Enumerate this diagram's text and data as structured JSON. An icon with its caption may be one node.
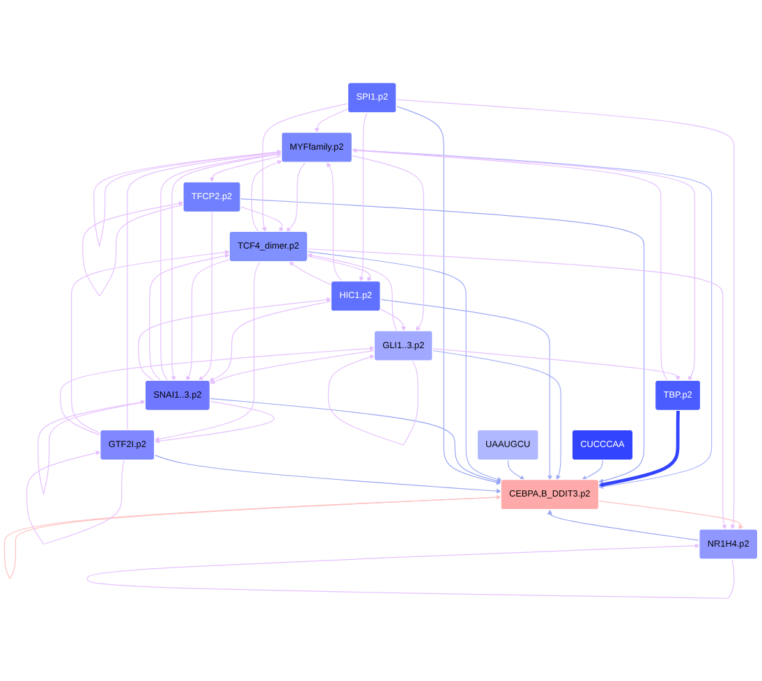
{
  "diagram": {
    "nodes": [
      {
        "text": [
          "CEBPA,B_DDIT3.p2"
        ]
      },
      {
        "text": [
          "MYFfamily.p2"
        ]
      },
      {
        "text": [
          "TBP.p2"
        ]
      },
      {
        "text": [
          "TFCP2.p2"
        ]
      },
      {
        "text": [
          "CUCCCAA"
        ]
      },
      {
        "text": [
          "GLI1..3.p2"
        ]
      },
      {
        "text": [
          "NR1H4.p2"
        ]
      },
      {
        "text": [
          "HIC1.p2"
        ]
      },
      {
        "text": [
          "UAAUGCU"
        ]
      },
      {
        "text": [
          "TCF4_dimer.p2"
        ]
      },
      {
        "text": [
          "SNAI1..3.p2"
        ]
      },
      {
        "text": [
          "SPI1.p2"
        ]
      },
      {
        "text": [
          "GTF2I.p2"
        ]
      }
    ],
    "edges": [
      {
        "from": 1,
        "to": 0,
        "arrow": "to",
        "color": "#aab4ff"
      },
      {
        "from": 2,
        "to": 0,
        "arrow": "to",
        "style": "thick",
        "color": "#3344ff"
      },
      {
        "from": 3,
        "to": 0,
        "arrow": "to",
        "color": "#98a6f4"
      },
      {
        "from": 4,
        "to": 0,
        "arrow": "to",
        "color": "#a0acf4"
      },
      {
        "from": 5,
        "to": 0,
        "arrow": "to",
        "color": "#a0acf4"
      },
      {
        "from": 6,
        "to": 0,
        "arrow": "to",
        "color": "#98a6f4"
      },
      {
        "from": 7,
        "to": 0,
        "arrow": "to",
        "color": "#a0acf4"
      },
      {
        "from": 8,
        "to": 0,
        "arrow": "to",
        "color": "#a0acf4"
      },
      {
        "from": 9,
        "to": 0,
        "arrow": "to",
        "color": "#a0acf4"
      },
      {
        "from": 10,
        "to": 0,
        "arrow": "to",
        "color": "#98a6f4"
      },
      {
        "from": 11,
        "to": 0,
        "arrow": "to",
        "color": "#98a6f4"
      },
      {
        "from": 12,
        "to": 0,
        "arrow": "to",
        "color": "#98a6f4"
      },
      {
        "from": 0,
        "to": 6,
        "arrow": "to",
        "color": "#ffc0c0"
      },
      {
        "from": 0,
        "to": 0,
        "arrow": "to",
        "color": "#ffc0c0"
      },
      {
        "from": 1,
        "to": 1,
        "arrow": "to"
      },
      {
        "from": 3,
        "to": 3,
        "arrow": "to"
      },
      {
        "from": 5,
        "to": 5,
        "arrow": "to"
      },
      {
        "from": 6,
        "to": 6,
        "arrow": "to"
      },
      {
        "from": 10,
        "to": 10,
        "arrow": "to"
      },
      {
        "from": 12,
        "to": 12,
        "arrow": "to"
      },
      {
        "from": 1,
        "to": 2,
        "arrow": "to"
      },
      {
        "from": 2,
        "to": 1,
        "arrow": "to"
      },
      {
        "from": 5,
        "to": 2,
        "arrow": "to"
      },
      {
        "from": 10,
        "to": 1,
        "arrow": "to"
      },
      {
        "from": 12,
        "to": 1,
        "arrow": "to"
      },
      {
        "from": 9,
        "to": 1,
        "arrow": "to"
      },
      {
        "from": 7,
        "to": 1,
        "arrow": "to"
      },
      {
        "from": 11,
        "to": 1,
        "arrow": "to"
      },
      {
        "from": 1,
        "to": 3,
        "arrow": "to"
      },
      {
        "from": 1,
        "to": 5,
        "arrow": "to"
      },
      {
        "from": 1,
        "to": 9,
        "arrow": "to"
      },
      {
        "from": 3,
        "to": 9,
        "arrow": "to"
      },
      {
        "from": 5,
        "to": 9,
        "arrow": "to"
      },
      {
        "from": 7,
        "to": 5,
        "arrow": "to"
      },
      {
        "from": 9,
        "to": 7,
        "arrow": "to"
      },
      {
        "from": 7,
        "to": 9,
        "arrow": "to"
      },
      {
        "from": 5,
        "to": 10,
        "arrow": "to"
      },
      {
        "from": 7,
        "to": 10,
        "arrow": "to"
      },
      {
        "from": 3,
        "to": 10,
        "arrow": "to"
      },
      {
        "from": 9,
        "to": 10,
        "arrow": "to"
      },
      {
        "from": 10,
        "to": 9,
        "arrow": "to"
      },
      {
        "from": 10,
        "to": 12,
        "arrow": "to"
      },
      {
        "from": 9,
        "to": 12,
        "arrow": "to"
      },
      {
        "from": 12,
        "to": 9,
        "arrow": "to"
      },
      {
        "from": 11,
        "to": 9,
        "arrow": "to"
      },
      {
        "from": 11,
        "to": 6,
        "arrow": "to"
      },
      {
        "from": 9,
        "to": 6,
        "arrow": "to"
      },
      {
        "from": 12,
        "to": 5,
        "arrow": "to"
      },
      {
        "from": 10,
        "to": 7,
        "arrow": "to"
      },
      {
        "from": 11,
        "to": 7,
        "arrow": "to"
      },
      {
        "from": 1,
        "to": 10,
        "arrow": "to"
      }
    ]
  }
}
